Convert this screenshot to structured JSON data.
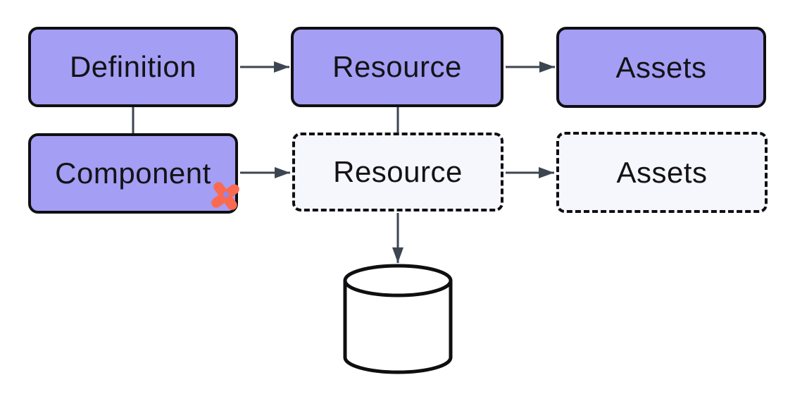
{
  "diagram": {
    "type": "flowchart",
    "background": "#ffffff",
    "colors": {
      "node_fill_solid": "#a49ef4",
      "node_fill_dashed": "#f6f6fd",
      "node_border": "#0f0f12",
      "connector": "#3d4551",
      "icon_coral": "#fa6a50",
      "cylinder_fill": "#ffffff",
      "text": "#131316"
    },
    "nodes": {
      "definition": {
        "label": "Definition",
        "style": "solid"
      },
      "resource_top": {
        "label": "Resource",
        "style": "solid"
      },
      "assets_top": {
        "label": "Assets",
        "style": "solid"
      },
      "component": {
        "label": "Component",
        "style": "solid",
        "icon": "dagster-pinwheel-icon"
      },
      "resource_dashed": {
        "label": "Resource",
        "style": "dashed"
      },
      "assets_dashed": {
        "label": "Assets",
        "style": "dashed"
      },
      "database": {
        "label": "",
        "style": "cylinder"
      }
    },
    "edges": [
      {
        "from": "definition",
        "to": "resource_top",
        "type": "arrow"
      },
      {
        "from": "resource_top",
        "to": "assets_top",
        "type": "arrow"
      },
      {
        "from": "definition",
        "to": "component",
        "type": "line"
      },
      {
        "from": "resource_top",
        "to": "resource_dashed",
        "type": "line"
      },
      {
        "from": "component",
        "to": "resource_dashed",
        "type": "arrow"
      },
      {
        "from": "resource_dashed",
        "to": "assets_dashed",
        "type": "arrow"
      },
      {
        "from": "resource_dashed",
        "to": "database",
        "type": "arrow"
      }
    ]
  }
}
